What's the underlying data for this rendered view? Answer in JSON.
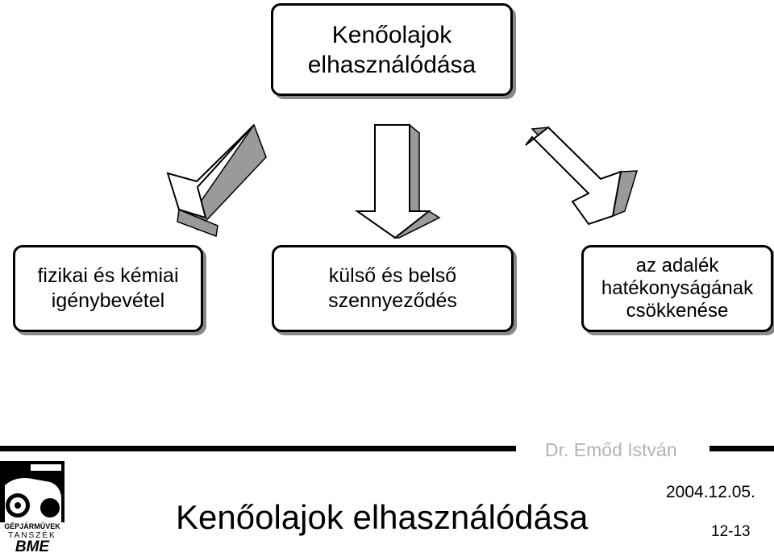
{
  "diagram": {
    "top_box": "Kenőolajok\nelhasználódása",
    "causes": [
      "fizikai és kémiai\nigénybevétel",
      "külső és belső\nszennyeződés",
      "az adalék\nhatékonyságának\ncsökkenése"
    ]
  },
  "footer": {
    "author": "Dr. Emőd István",
    "title": "Kenőolajok elhasználódása",
    "date": "2004.12.05.",
    "slide_number": "12-13"
  },
  "logo": {
    "line1": "GÉPJÁRMŰVEK",
    "line2": "TANSZÉK",
    "line3": "BME"
  },
  "colors": {
    "arrow_fill": "#ffffff",
    "arrow_side": "#9a9a9a",
    "shadow": "#888888",
    "author_text": "#b3b3b3"
  }
}
